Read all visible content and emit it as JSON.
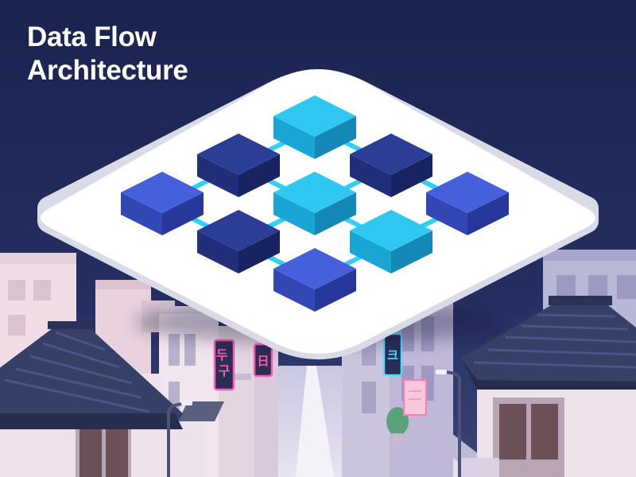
{
  "title": {
    "line1": "Data Flow",
    "line2": "Architecture"
  },
  "colors": {
    "sky_top": "#1b2350",
    "sky_bottom": "#3a4478",
    "platform_top": "#ffffff",
    "platform_side": "#d9dbe6",
    "cube_light": "#27c0ee",
    "cube_mid": "#3f57d6",
    "cube_dark": "#27388f",
    "connector": "#2fd0f4",
    "neon_pink": "#ff5ab4",
    "neon_cyan": "#4ae0ff"
  },
  "signs": [
    {
      "text": "두구",
      "color": "#ff5ab4"
    },
    {
      "text": "日",
      "color": "#ff5ab4"
    },
    {
      "text": "크",
      "color": "#4ae0ff"
    }
  ],
  "diagram": {
    "nodes": [
      {
        "id": "n1",
        "shade": "light"
      },
      {
        "id": "n2",
        "shade": "dark"
      },
      {
        "id": "n3",
        "shade": "dark"
      },
      {
        "id": "n4",
        "shade": "mid"
      },
      {
        "id": "n5",
        "shade": "light"
      },
      {
        "id": "n6",
        "shade": "mid"
      },
      {
        "id": "n7",
        "shade": "dark"
      },
      {
        "id": "n8",
        "shade": "light"
      },
      {
        "id": "n9",
        "shade": "mid"
      }
    ],
    "links": [
      [
        "n1",
        "n2"
      ],
      [
        "n1",
        "n3"
      ],
      [
        "n2",
        "n4"
      ],
      [
        "n2",
        "n5"
      ],
      [
        "n3",
        "n5"
      ],
      [
        "n3",
        "n6"
      ],
      [
        "n4",
        "n7"
      ],
      [
        "n5",
        "n7"
      ],
      [
        "n5",
        "n8"
      ],
      [
        "n6",
        "n8"
      ],
      [
        "n7",
        "n9"
      ],
      [
        "n8",
        "n9"
      ]
    ]
  }
}
